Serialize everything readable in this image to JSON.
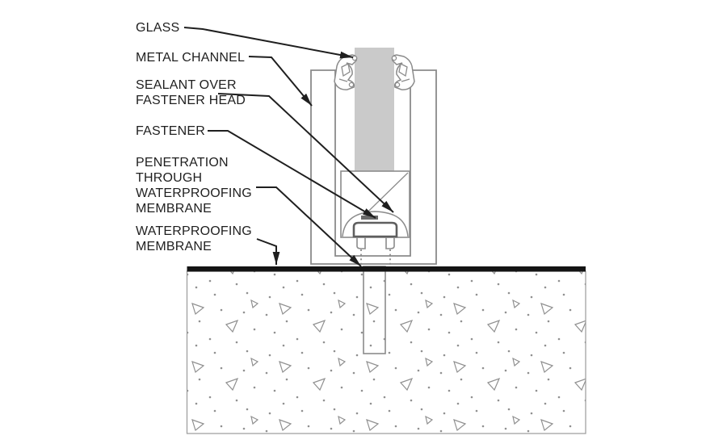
{
  "labels": {
    "glass": {
      "lines": [
        "GLASS"
      ]
    },
    "metal_channel": {
      "lines": [
        "METAL CHANNEL"
      ]
    },
    "sealant": {
      "lines": [
        "SEALANT OVER",
        "FASTENER HEAD"
      ]
    },
    "fastener": {
      "lines": [
        "FASTENER"
      ]
    },
    "penetration": {
      "lines": [
        "PENETRATION",
        "THROUGH",
        "WATERPROOFING",
        "MEMBRANE"
      ]
    },
    "membrane": {
      "lines": [
        "WATERPROOFING",
        "MEMBRANE"
      ]
    }
  },
  "colors": {
    "background": "#ffffff",
    "text_color": "#1f1f1f",
    "leader_color": "#1f1f1f",
    "outline_gray": "#8b8b8b",
    "outline_dark": "#5f5f5f",
    "glass_fill": "#cacaca",
    "membrane_color": "#141414",
    "stipple_color": "#909090"
  }
}
